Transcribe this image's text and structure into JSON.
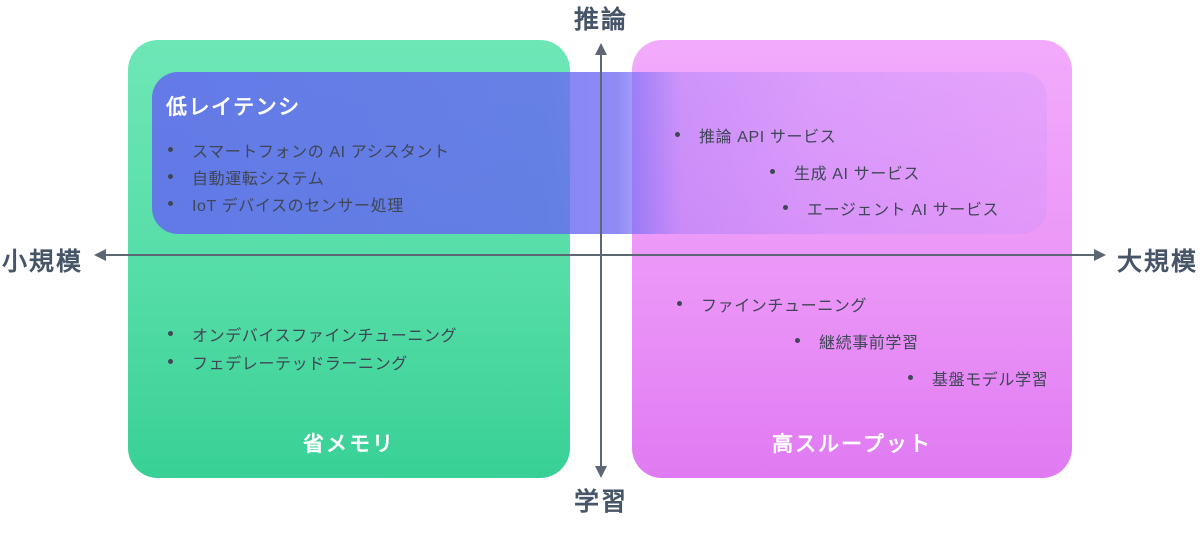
{
  "axes": {
    "top": "推論",
    "bottom": "学習",
    "left": "小規模",
    "right": "大規模"
  },
  "overlay": {
    "title": "低レイテンシ",
    "items": [
      "スマートフォンの AI アシスタント",
      "自動運転システム",
      "IoT デバイスのセンサー処理"
    ]
  },
  "quadrants": {
    "top_right": {
      "items": [
        "推論 API サービス",
        "生成 AI サービス",
        "エージェント AI サービス"
      ]
    },
    "bottom_left": {
      "label": "省メモリ",
      "items": [
        "オンデバイスファインチューニング",
        "フェデレーテッドラーニング"
      ]
    },
    "bottom_right": {
      "label": "高スループット",
      "items": [
        "ファインチューニング",
        "継続事前学習",
        "基盤モデル学習"
      ]
    }
  },
  "colors": {
    "green_top": "#6ee7b7",
    "green_bottom": "#38d096",
    "pink_top": "#f2abfc",
    "pink_bottom": "#e07af2",
    "overlay_indigo": "#6366f1",
    "axis": "#5d6673",
    "text_dark": "#3f4656",
    "text_axis": "#475569",
    "text_light": "#ffffff"
  }
}
